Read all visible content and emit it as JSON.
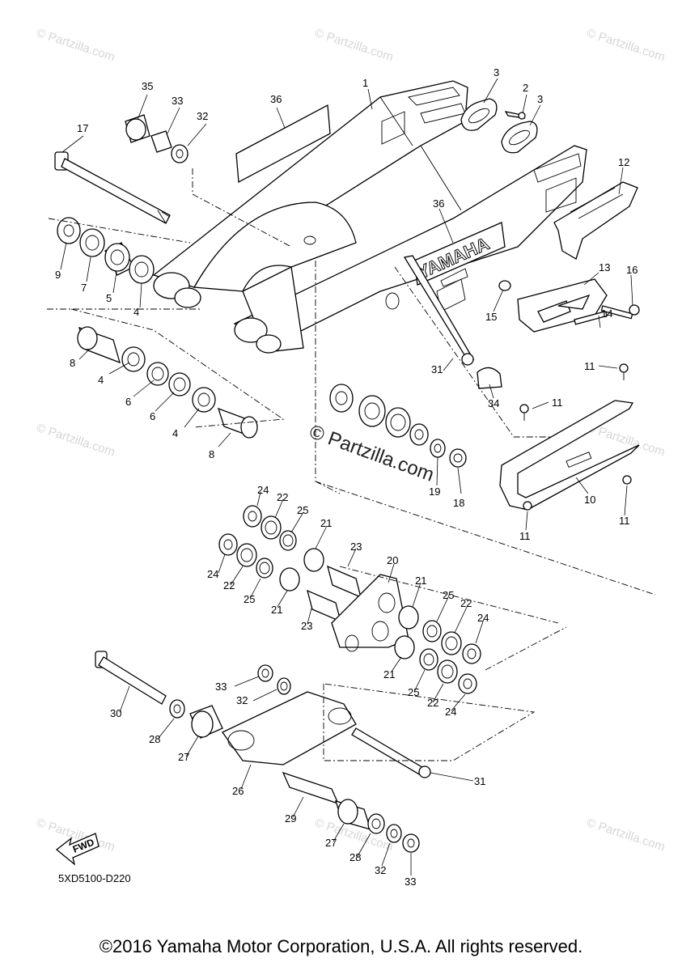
{
  "diagram": {
    "code": "5XD5100-D220",
    "copyright": "©2016 Yamaha Motor Corporation, U.S.A. All rights reserved.",
    "watermark": "© Partzilla.com",
    "brand_on_swingarm": "YAMAHA",
    "fwd_label": "FWD"
  },
  "callouts": [
    "1",
    "2",
    "3",
    "3",
    "4",
    "4",
    "4",
    "5",
    "6",
    "6",
    "7",
    "8",
    "8",
    "9",
    "10",
    "11",
    "11",
    "11",
    "11",
    "12",
    "13",
    "14",
    "15",
    "16",
    "17",
    "18",
    "19",
    "20",
    "21",
    "21",
    "21",
    "21",
    "22",
    "22",
    "22",
    "22",
    "23",
    "23",
    "24",
    "24",
    "24",
    "24",
    "25",
    "25",
    "25",
    "25",
    "26",
    "27",
    "27",
    "28",
    "28",
    "29",
    "30",
    "31",
    "31",
    "32",
    "32",
    "32",
    "33",
    "33",
    "33",
    "34",
    "35",
    "36",
    "36"
  ]
}
